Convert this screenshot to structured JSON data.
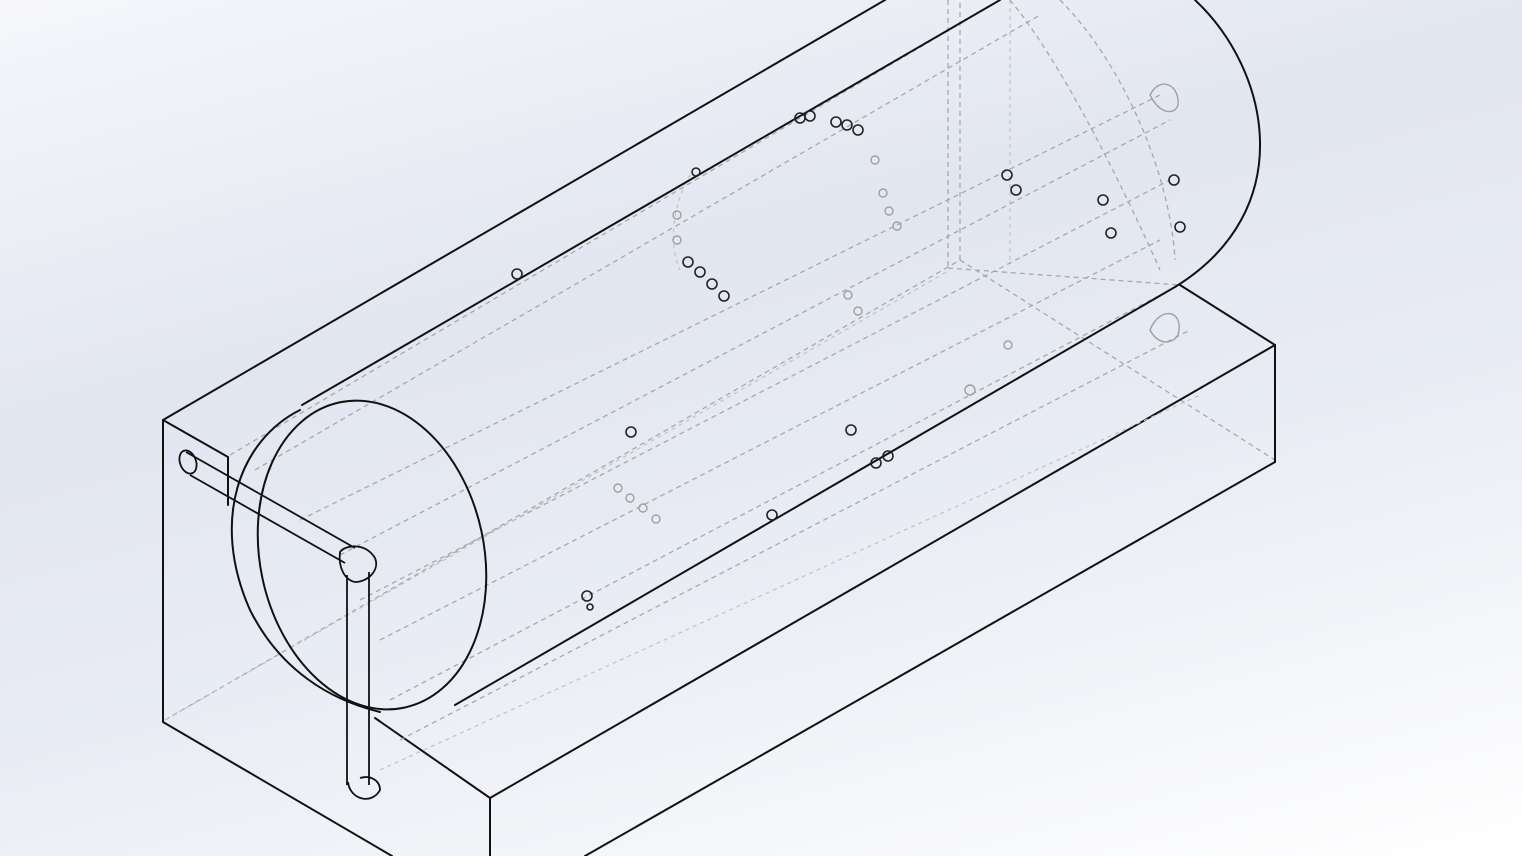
{
  "model": {
    "view_orientation": "isometric",
    "display_style": "hidden-lines-visible",
    "components": [
      "base-block",
      "cylinder-tank",
      "pipe-elbow"
    ]
  },
  "colors": {
    "background_top": "#e2e6f0",
    "background_bottom": "#ffffff",
    "visible_edge": "#111111",
    "hidden_edge": "#a8a8a8"
  }
}
